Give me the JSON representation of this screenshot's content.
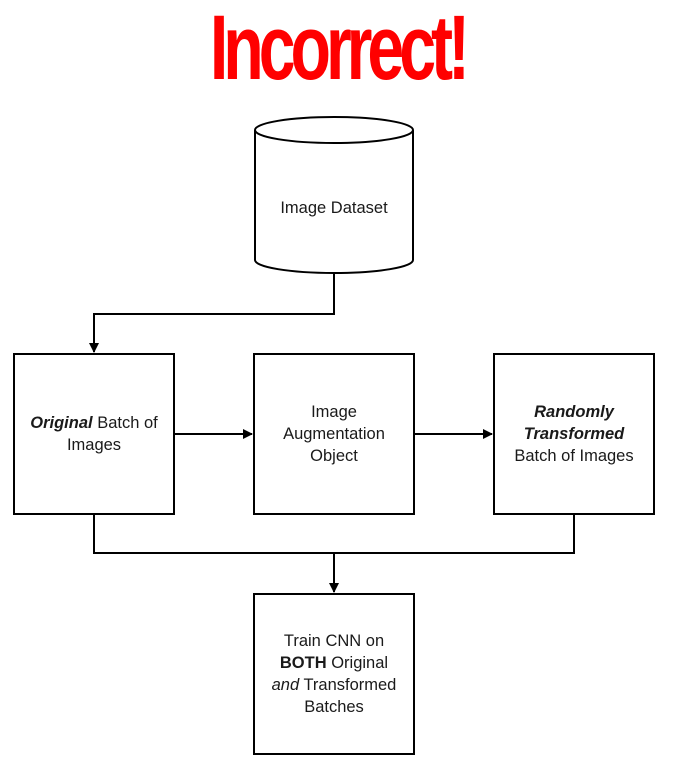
{
  "headline": {
    "text": "Incorrect!",
    "color": "#ff0000"
  },
  "nodes": {
    "dataset": {
      "label": "Image Dataset"
    },
    "original": {
      "emphasis": "Original",
      "rest_line1": " Batch of",
      "line2": "Images"
    },
    "augmentation": {
      "line1": "Image",
      "line2": "Augmentation",
      "line3": "Object"
    },
    "transformed": {
      "line1": "Randomly",
      "line2": "Transformed",
      "line3": "Batch of Images"
    },
    "train": {
      "line1": "Train CNN on",
      "bold": "BOTH",
      "rest_line2": " Original",
      "italic": "and",
      "rest_line3": " Transformed",
      "line4": "Batches"
    }
  },
  "colors": {
    "stroke": "#000000",
    "text": "#1a1a1a",
    "background": "#ffffff"
  }
}
